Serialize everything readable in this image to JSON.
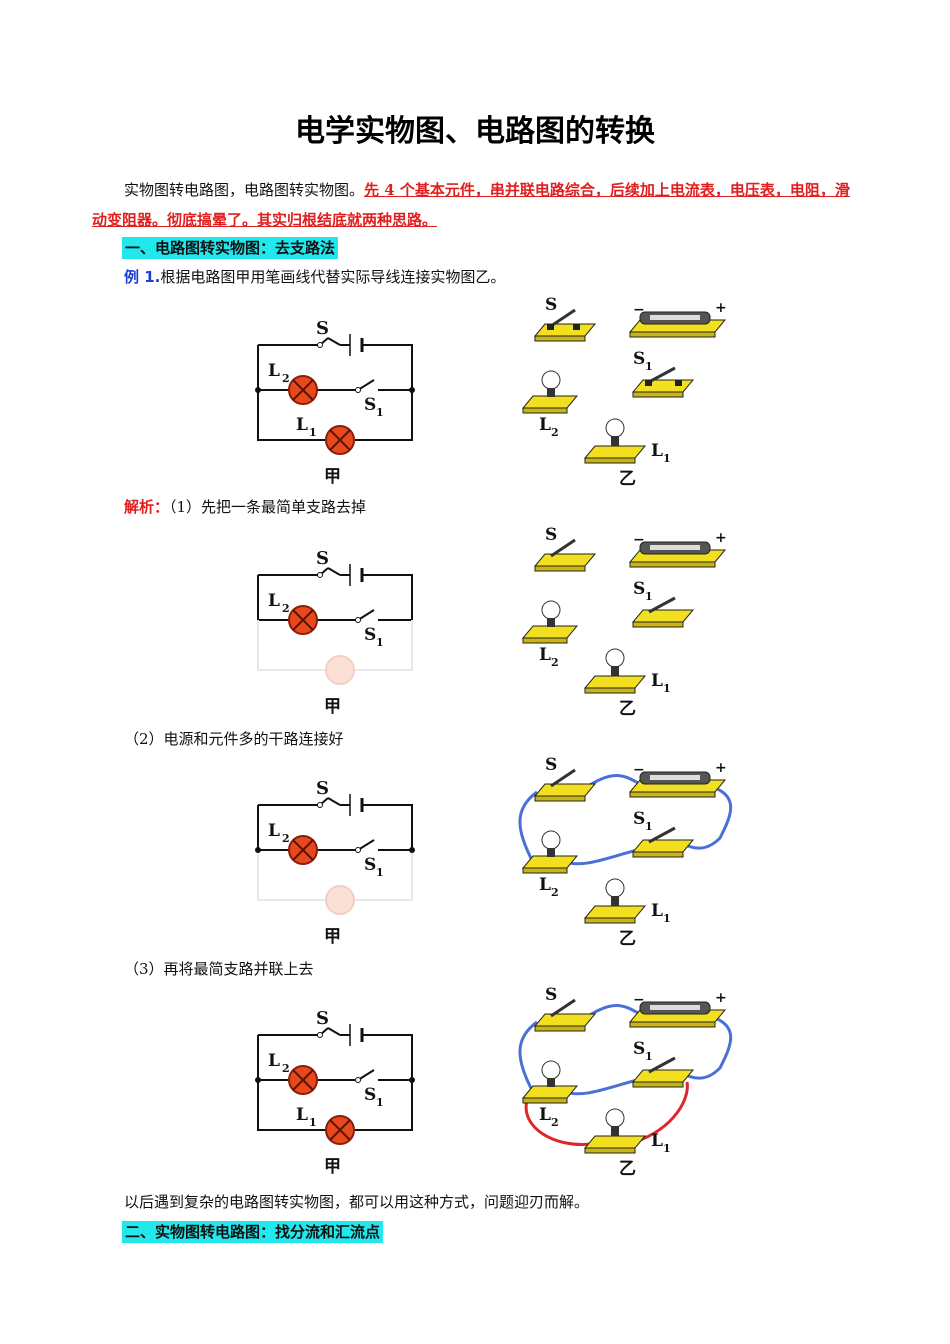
{
  "title": "电学实物图、电路图的转换",
  "intro": {
    "plain": "实物图转电路图，电路图转实物图。",
    "red": "先 4 个基本元件，串并联电路综合，后续加上电流表，电压表，电阻，滑动变阻器。彻底搞晕了。其实归根结底就两种思路。"
  },
  "section1": {
    "heading": "一、电路图转实物图：去支路法"
  },
  "example1": {
    "label": "例 1.",
    "text": "根据电路图甲用笔画线代替实际导线连接实物图乙。"
  },
  "analysis": {
    "label": "解析：",
    "step1": "（1）先把一条最简单支路去掉",
    "step2": "（2）电源和元件多的干路连接好",
    "step3": "（3）再将最简支路并联上去"
  },
  "closing": "以后遇到复杂的电路图转实物图，都可以用这种方式，问题迎刃而解。",
  "section2": {
    "heading": "二、实物图转电路图：找分流和汇流点"
  },
  "diagram_labels": {
    "switch_s": "S",
    "switch_s1_main": "S",
    "sub1": "1",
    "sub2": "2",
    "lamp_l": "L",
    "fig_jia": "甲",
    "fig_yi": "乙",
    "minus": "−",
    "plus": "+"
  },
  "colors": {
    "red_text": "#e02020",
    "heading_bg": "#22e8ee",
    "example_blue": "#1a3fd8",
    "wire_blue": "#4a6fd6",
    "wire_red": "#e0262a",
    "base_yellow": "#f2df1f",
    "lamp_orange": "#e8491c"
  }
}
